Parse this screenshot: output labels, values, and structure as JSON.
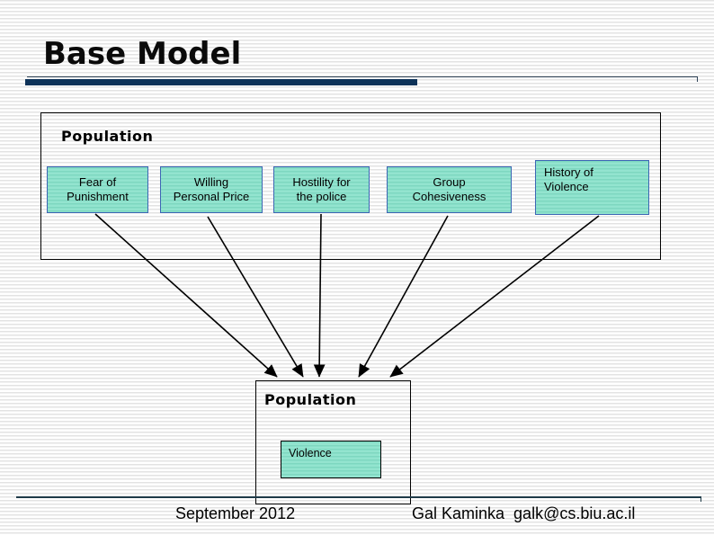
{
  "title": "Base Model",
  "upper_group": {
    "label": "Population",
    "boxes": [
      {
        "lines": [
          "Fear of",
          "Punishment"
        ]
      },
      {
        "lines": [
          "Willing",
          "Personal Price"
        ]
      },
      {
        "lines": [
          "Hostility for",
          "the police"
        ]
      },
      {
        "lines": [
          "Group",
          "Cohesiveness"
        ]
      },
      {
        "lines": [
          "History of",
          "Violence"
        ]
      }
    ]
  },
  "lower_group": {
    "label": "Population",
    "box": {
      "label": "Violence"
    }
  },
  "connections": [
    {
      "from": "Fear of Punishment",
      "to": "Population"
    },
    {
      "from": "Willing Personal Price",
      "to": "Population"
    },
    {
      "from": "Hostility for the police",
      "to": "Population"
    },
    {
      "from": "Group Cohesiveness",
      "to": "Population"
    },
    {
      "from": "History of Violence",
      "to": "Population"
    }
  ],
  "footer": {
    "date": "September 2012",
    "author": "Gal Kaminka  galk@cs.biu.ac.il"
  },
  "colors": {
    "accent_bar": "#0d3258",
    "factor_fill": "#93e4cf",
    "factor_fill_stripe": "#7ed7c0",
    "factor_border": "#3c66b4",
    "background_stripe": "#e3e3e3",
    "arrow_line": "#000000"
  }
}
